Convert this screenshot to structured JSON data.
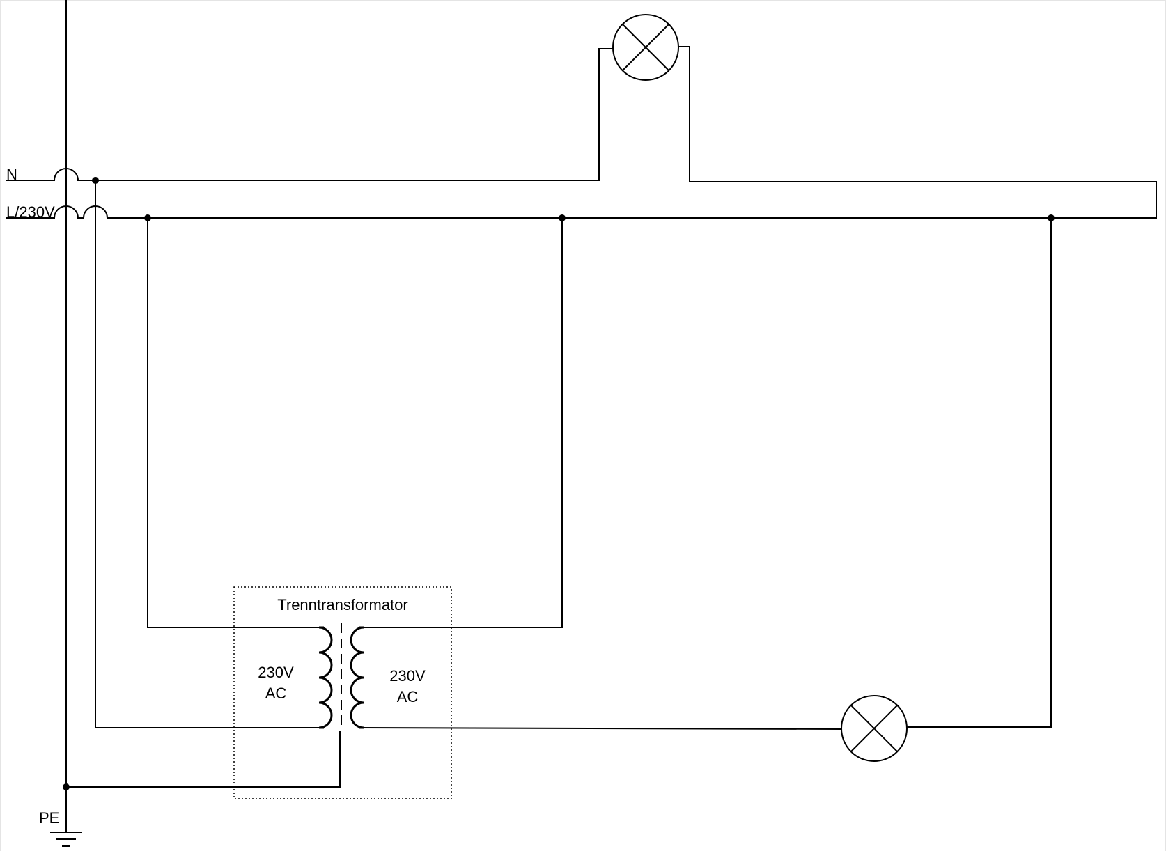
{
  "rails": {
    "neutral_label": "N",
    "line_label": "L/230V",
    "earth_label": "PE"
  },
  "transformer": {
    "title": "Trenntransformator",
    "primary": {
      "voltage": "230V",
      "type": "AC"
    },
    "secondary": {
      "voltage": "230V",
      "type": "AC"
    }
  },
  "components": {
    "lamp_count": 2,
    "transformer_coil_turns": 4
  },
  "colors": {
    "wire": "#000000",
    "background": "#ffffff",
    "frame": "#c8c8c8"
  }
}
